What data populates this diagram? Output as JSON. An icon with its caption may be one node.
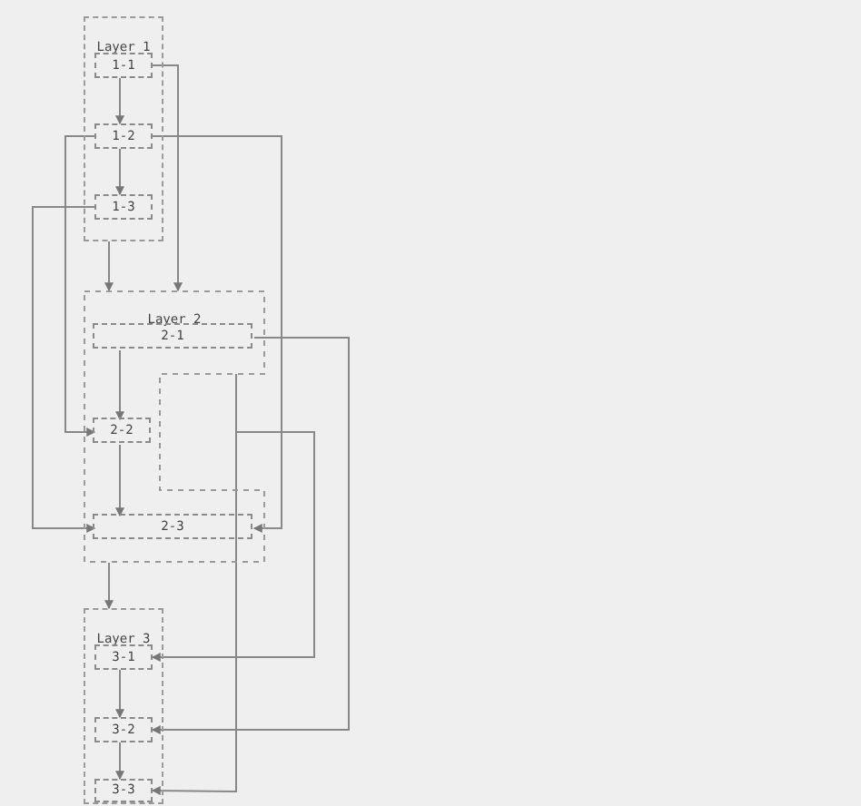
{
  "diagram": {
    "nodes": [
      {
        "text": [
          "Layer 1"
        ]
      },
      {
        "text": [
          "1-1"
        ],
        "in": 0
      },
      {
        "text": [
          "1-2"
        ],
        "in": 0
      },
      {
        "text": [
          "1-3"
        ],
        "in": 0
      },
      {
        "text": [
          "Layer 2"
        ]
      },
      {
        "text": [
          "2-1"
        ],
        "in": 4
      },
      {
        "text": [
          "2-2"
        ],
        "in": 4
      },
      {
        "text": [
          "2-3"
        ],
        "in": 4
      },
      {
        "text": [
          "Layer 3"
        ]
      },
      {
        "text": [
          "3-1"
        ],
        "in": 8
      },
      {
        "text": [
          "3-2"
        ],
        "in": 8
      },
      {
        "text": [
          "3-3"
        ],
        "in": 8
      }
    ],
    "edges": [
      {
        "from": 1,
        "to": 2,
        "arrow": "to"
      },
      {
        "from": 2,
        "to": 3,
        "arrow": "to"
      },
      {
        "from": 0,
        "to": 4,
        "arrow": "to"
      },
      {
        "from": 1,
        "to": 4,
        "arrow": "to"
      },
      {
        "from": 2,
        "to": 7,
        "arrow": "to"
      },
      {
        "from": 2,
        "to": 6,
        "arrow": "to"
      },
      {
        "from": 3,
        "to": 7,
        "arrow": "to"
      },
      {
        "from": 5,
        "to": 6,
        "arrow": "to"
      },
      {
        "from": 6,
        "to": 7,
        "arrow": "to"
      },
      {
        "from": 4,
        "to": 8,
        "arrow": "to"
      },
      {
        "from": 5,
        "to": 10,
        "arrow": "to"
      },
      {
        "from": 4,
        "to": 9,
        "arrow": "to"
      },
      {
        "from": 4,
        "to": 11,
        "arrow": "to"
      },
      {
        "from": 9,
        "to": 10,
        "arrow": "to"
      },
      {
        "from": 10,
        "to": 11,
        "arrow": "to"
      }
    ]
  }
}
